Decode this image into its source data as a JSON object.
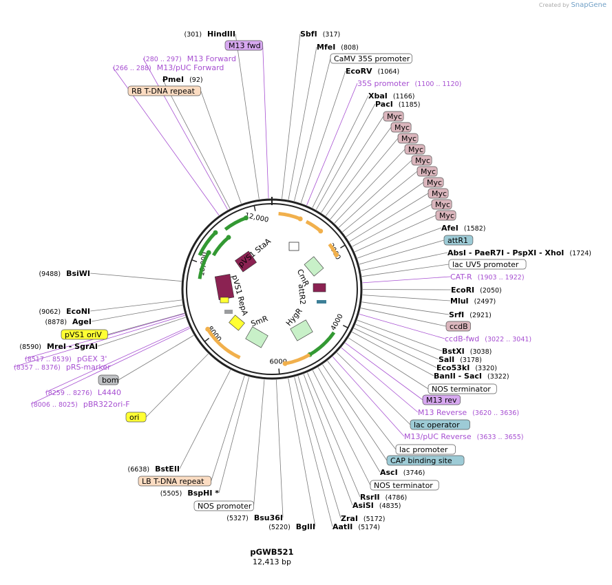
{
  "brand": {
    "created_by": "Created by",
    "name": "SnapGene"
  },
  "plasmid": {
    "name": "pGWB521",
    "size": "12,413 bp"
  },
  "ticks": [
    "2000",
    "4000",
    "6000",
    "8000",
    "10,000",
    "12,000"
  ],
  "features": [
    {
      "label": "pVS1 StaA",
      "color": "#8b2252"
    },
    {
      "label": "pVS1 RepA",
      "color": "#8b2252"
    },
    {
      "label": "CmR",
      "color": "#c8f0c8"
    },
    {
      "label": "attR2",
      "color": "#8b2252"
    },
    {
      "label": "HygR",
      "color": "#c8f0c8"
    },
    {
      "label": "SmR",
      "color": "#c8f0c8"
    }
  ],
  "labels": [
    {
      "kind": "enzyme",
      "pos": "(301)",
      "name": "HindIII"
    },
    {
      "kind": "enzyme",
      "name": "SbfI",
      "pos": "(317)"
    },
    {
      "kind": "box",
      "name": "M13 fwd",
      "cls": "purple"
    },
    {
      "kind": "enzyme",
      "name": "MfeI",
      "pos": "(808)"
    },
    {
      "kind": "primer",
      "range": "(280 .. 297)",
      "name": "M13 Forward"
    },
    {
      "kind": "box",
      "name": "CaMV 35S promoter",
      "cls": "white"
    },
    {
      "kind": "primer",
      "range": "(266 .. 288)",
      "name": "M13/pUC Forward"
    },
    {
      "kind": "enzyme",
      "name": "EcoRV",
      "pos": "(1064)"
    },
    {
      "kind": "enzyme",
      "pos": "(92)",
      "name": "PmeI"
    },
    {
      "kind": "primer",
      "name": "35S promoter",
      "range": "(1100 .. 1120)"
    },
    {
      "kind": "box",
      "name": "RB T-DNA repeat",
      "cls": "peach"
    },
    {
      "kind": "enzyme",
      "name": "XbaI",
      "pos": "(1166)"
    },
    {
      "kind": "enzyme",
      "name": "PacI",
      "pos": "(1185)"
    },
    {
      "kind": "box",
      "name": "Myc",
      "cls": "pink"
    },
    {
      "kind": "box",
      "name": "Myc",
      "cls": "pink"
    },
    {
      "kind": "box",
      "name": "Myc",
      "cls": "pink"
    },
    {
      "kind": "box",
      "name": "Myc",
      "cls": "pink"
    },
    {
      "kind": "box",
      "name": "Myc",
      "cls": "pink"
    },
    {
      "kind": "box",
      "name": "Myc",
      "cls": "pink"
    },
    {
      "kind": "box",
      "name": "Myc",
      "cls": "pink"
    },
    {
      "kind": "box",
      "name": "Myc",
      "cls": "pink"
    },
    {
      "kind": "box",
      "name": "Myc",
      "cls": "pink"
    },
    {
      "kind": "box",
      "name": "Myc",
      "cls": "pink"
    },
    {
      "kind": "enzyme",
      "name": "AfeI",
      "pos": "(1582)"
    },
    {
      "kind": "box",
      "name": "attR1",
      "cls": "blue"
    },
    {
      "kind": "enzyme",
      "name": "AbsI  - PaeR7I   - PspXI   - XhoI",
      "pos": "(1724)"
    },
    {
      "kind": "box",
      "name": "lac UV5 promoter",
      "cls": "white"
    },
    {
      "kind": "primer",
      "name": "CAT-R",
      "range": "(1903 .. 1922)"
    },
    {
      "kind": "enzyme",
      "name": "EcoRI",
      "pos": "(2050)"
    },
    {
      "kind": "enzyme",
      "name": "MluI",
      "pos": "(2497)"
    },
    {
      "kind": "enzyme",
      "name": "SrfI",
      "pos": "(2921)"
    },
    {
      "kind": "box",
      "name": "ccdB",
      "cls": "pink"
    },
    {
      "kind": "primer",
      "name": "ccdB-fwd",
      "range": "(3022 .. 3041)"
    },
    {
      "kind": "enzyme",
      "name": "BstXI",
      "pos": "(3038)"
    },
    {
      "kind": "enzyme",
      "name": "SalI",
      "pos": "(3178)"
    },
    {
      "kind": "enzyme",
      "name": "Eco53kI",
      "pos": "(3320)"
    },
    {
      "kind": "enzyme",
      "name": "BanII  - SacI",
      "pos": "(3322)"
    },
    {
      "kind": "box",
      "name": "NOS terminator",
      "cls": "white"
    },
    {
      "kind": "box",
      "name": "M13 rev",
      "cls": "purple"
    },
    {
      "kind": "primer",
      "name": "M13 Reverse",
      "range": "(3620 .. 3636)"
    },
    {
      "kind": "box",
      "name": "lac operator",
      "cls": "blue"
    },
    {
      "kind": "primer",
      "name": "M13/pUC Reverse",
      "range": "(3633 .. 3655)"
    },
    {
      "kind": "box",
      "name": "lac promoter",
      "cls": "white"
    },
    {
      "kind": "box",
      "name": "CAP binding site",
      "cls": "blue"
    },
    {
      "kind": "enzyme",
      "name": "AscI",
      "pos": "(3746)"
    },
    {
      "kind": "box",
      "name": "NOS terminator",
      "cls": "white"
    },
    {
      "kind": "enzyme",
      "name": "RsrII",
      "pos": "(4786)"
    },
    {
      "kind": "enzyme",
      "name": "AsiSI",
      "pos": "(4835)"
    },
    {
      "kind": "enzyme",
      "name": "ZraI",
      "pos": "(5172)"
    },
    {
      "kind": "enzyme",
      "name": "AatII",
      "pos": "(5174)"
    },
    {
      "kind": "enzyme",
      "pos": "(5220)",
      "name": "BglII"
    },
    {
      "kind": "enzyme",
      "pos": "(5327)",
      "name": "Bsu36I"
    },
    {
      "kind": "box",
      "name": "NOS promoter",
      "cls": "white"
    },
    {
      "kind": "enzyme",
      "pos": "(5505)",
      "name": "BspHI *"
    },
    {
      "kind": "box",
      "name": "LB T-DNA repeat",
      "cls": "peach"
    },
    {
      "kind": "enzyme",
      "pos": "(6638)",
      "name": "BstEII"
    },
    {
      "kind": "enzyme",
      "pos": "(9488)",
      "name": "BsiWI"
    },
    {
      "kind": "enzyme",
      "pos": "(9062)",
      "name": "EcoNI"
    },
    {
      "kind": "enzyme",
      "pos": "(8878)",
      "name": "AgeI"
    },
    {
      "kind": "box",
      "name": "pVS1 oriV",
      "cls": "yellow"
    },
    {
      "kind": "enzyme",
      "pos": "(8590)",
      "name": "MreI   - SgrAI"
    },
    {
      "kind": "primer",
      "range": "(8517 .. 8539)",
      "name": "pGEX 3'"
    },
    {
      "kind": "primer",
      "range": "(8357 .. 8376)",
      "name": "pRS-marker"
    },
    {
      "kind": "box",
      "name": "bom",
      "cls": "gray"
    },
    {
      "kind": "primer",
      "range": "(8259 .. 8276)",
      "name": "L4440"
    },
    {
      "kind": "primer",
      "range": "(8006 .. 8025)",
      "name": "pBR322ori-F"
    },
    {
      "kind": "box",
      "name": "ori",
      "cls": "yellow"
    }
  ],
  "colors": {
    "purple_text": "#a64ed1",
    "box_purple": "#d7a8f0",
    "box_pink": "#dbb6bd",
    "box_blue": "#9dcbd6",
    "box_yellow": "#ffff33",
    "box_peach": "#fbdcc2",
    "box_gray": "#bfc1c4",
    "box_white": "#ffffff",
    "arrow_orange": "#f1b04c",
    "arrow_green": "#339933",
    "backbone": "#222222"
  }
}
